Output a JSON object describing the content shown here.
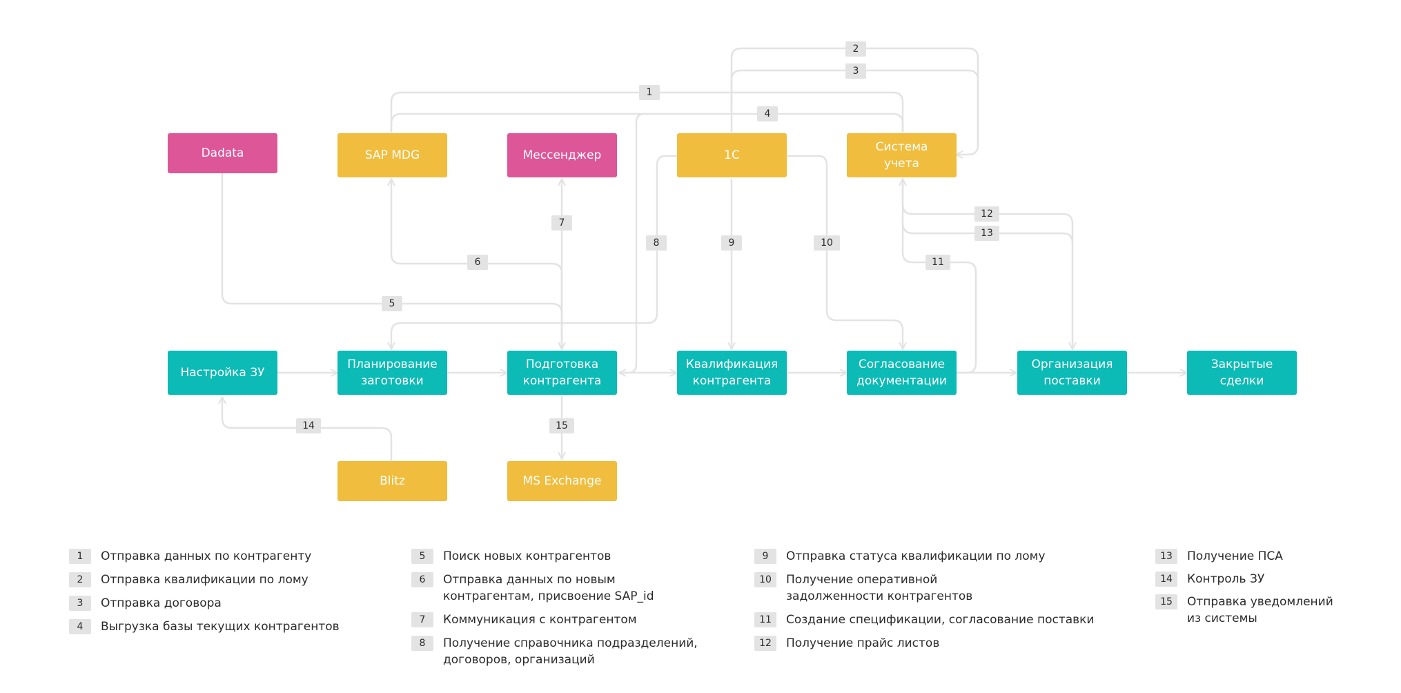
{
  "nodes": {
    "dadata": "Dadata",
    "sap_mdg": "SAP MDG",
    "messenger": "Мессенджер",
    "one_c": "1С",
    "accounting": "Система\nучета",
    "setup_zu": "Настройка ЗУ",
    "planning": "Планирование\nзаготовки",
    "prep": "Подготовка\nконтрагента",
    "qualification": "Квалификация\nконтрагента",
    "approval": "Согласование\nдокументации",
    "delivery": "Организация\nпоставки",
    "closed": "Закрытые\nсделки",
    "blitz": "Blitz",
    "ms_exchange": "MS Exchange"
  },
  "edge_labels": [
    "1",
    "2",
    "3",
    "4",
    "5",
    "6",
    "7",
    "8",
    "9",
    "10",
    "11",
    "12",
    "13",
    "14",
    "15"
  ],
  "legend": [
    {
      "num": "1",
      "text": "Отправка данных по контрагенту"
    },
    {
      "num": "2",
      "text": "Отправка квалификации по лому"
    },
    {
      "num": "3",
      "text": "Отправка договора"
    },
    {
      "num": "4",
      "text": "Выгрузка базы текущих контрагентов"
    },
    {
      "num": "5",
      "text": "Поиск новых контрагентов"
    },
    {
      "num": "6",
      "text": "Отправка данных по новым\nконтрагентам, присвоение SAP_id"
    },
    {
      "num": "7",
      "text": "Коммуникация с контрагентом"
    },
    {
      "num": "8",
      "text": "Получение справочника подразделений,\nдоговоров, организаций"
    },
    {
      "num": "9",
      "text": "Отправка статуса квалификации по лому"
    },
    {
      "num": "10",
      "text": "Получение оперативной\nзадолженности контрагентов"
    },
    {
      "num": "11",
      "text": "Создание спецификации, согласование поставки"
    },
    {
      "num": "12",
      "text": "Получение прайс листов"
    },
    {
      "num": "13",
      "text": "Получение ПСА"
    },
    {
      "num": "14",
      "text": "Контроль ЗУ"
    },
    {
      "num": "15",
      "text": "Отправка уведомлений\nиз системы"
    }
  ],
  "colors": {
    "external_system": "#dd5698",
    "internal_system": "#f0bd3e",
    "process_step": "#0cbab6",
    "connector": "#e3e3e3"
  }
}
